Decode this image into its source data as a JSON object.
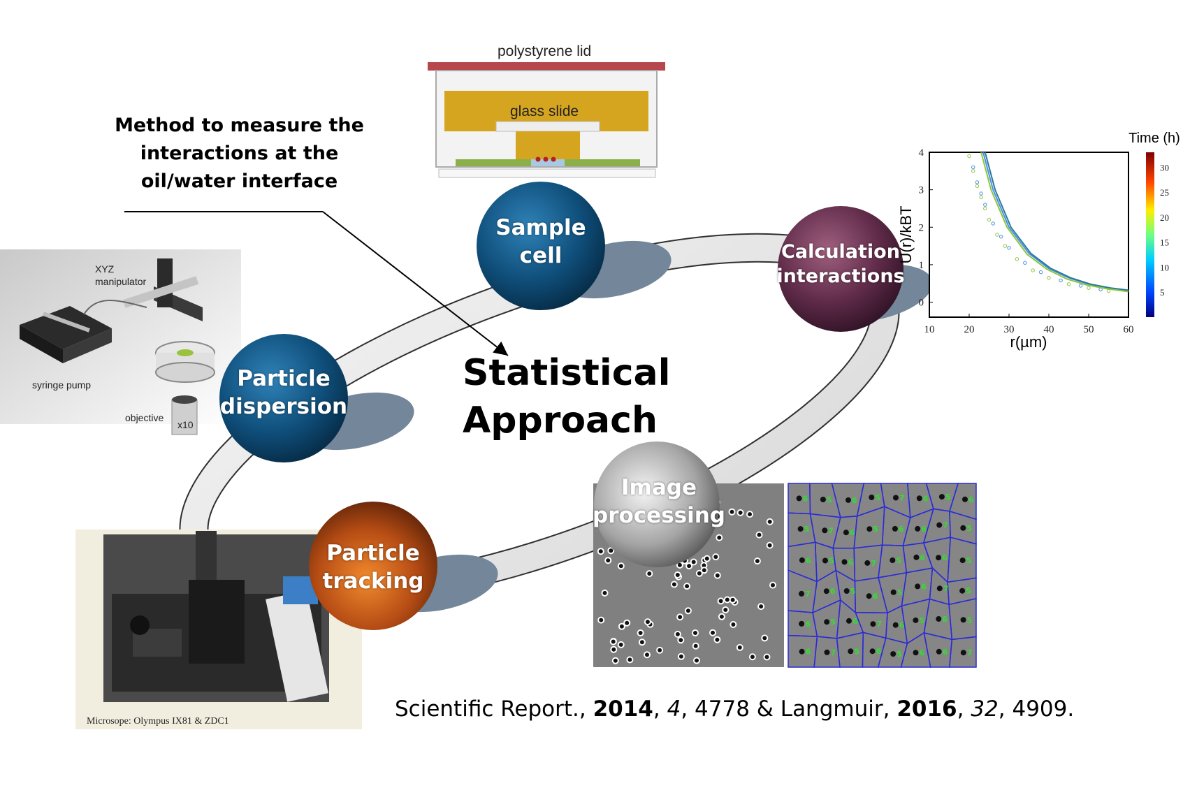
{
  "method_text": [
    "Method to measure the",
    "interactions at the",
    "oil/water interface"
  ],
  "center_title": [
    "Statistical",
    "Approach"
  ],
  "spheres": [
    {
      "id": "sample-cell",
      "lines": [
        "Sample",
        "cell"
      ]
    },
    {
      "id": "calculation-interactions",
      "lines": [
        "Calculation",
        "interactions"
      ]
    },
    {
      "id": "particle-dispersion",
      "lines": [
        "Particle",
        "dispersion"
      ]
    },
    {
      "id": "particle-tracking",
      "lines": [
        "Particle",
        "tracking"
      ]
    },
    {
      "id": "image-processing",
      "lines": [
        "Image",
        "processing"
      ]
    }
  ],
  "sample_cell_labels": {
    "lid": "polystyrene lid",
    "slide": "glass slide"
  },
  "dispersion_labels": {
    "manipulator": [
      "XYZ",
      "manipulator"
    ],
    "pump": "syringe pump",
    "objective": "objective",
    "magnification": "x10"
  },
  "microscope_caption": "Microsope: Olympus IX81 & ZDC1",
  "citation": {
    "part1": "Scientific Report., ",
    "year1": "2014",
    "sep1": ", ",
    "vol1": "4",
    "pages1": ", 4778 & Langmuir, ",
    "year2": "2016",
    "sep2": ", ",
    "vol2": "32",
    "pages2": ", 4909."
  },
  "voronoi_counts": [
    "6",
    "5",
    "6",
    "5",
    "7",
    "6",
    "5",
    "6",
    "5",
    "7",
    "6",
    "5",
    "6",
    "6",
    "7",
    "5",
    "6",
    "5",
    "6",
    "7",
    "5",
    "6",
    "6",
    "5",
    "7",
    "6",
    "5",
    "6",
    "5",
    "6",
    "7",
    "5",
    "6",
    "5",
    "6",
    "7",
    "6",
    "5",
    "6",
    "5",
    "6",
    "7",
    "5",
    "6",
    "5",
    "6",
    "6",
    "7"
  ],
  "chart_data": {
    "type": "line",
    "xlabel": "r(µm)",
    "ylabel": "U(r)/kBT",
    "xlim": [
      10,
      60
    ],
    "ylim": [
      -0.4,
      4
    ],
    "x_ticks": [
      "10",
      "20",
      "30",
      "40",
      "50",
      "60"
    ],
    "y_ticks": [
      "0",
      "1",
      "2",
      "3",
      "4"
    ],
    "colorbar": {
      "label": "Time (h)",
      "range": [
        0,
        33
      ],
      "ticks": [
        "5",
        "10",
        "15",
        "20",
        "25",
        "30"
      ]
    },
    "series": [
      {
        "color": "#4a90e2",
        "x": [
          23.5,
          26,
          30,
          35,
          40,
          45,
          50,
          55,
          60
        ],
        "y": [
          4.0,
          3.0,
          2.0,
          1.3,
          0.9,
          0.65,
          0.48,
          0.38,
          0.3
        ]
      },
      {
        "color": "#2a7a9a",
        "x": [
          24.0,
          26.5,
          30.5,
          35.5,
          40.5,
          45.5,
          50.5,
          55.5,
          60
        ],
        "y": [
          4.0,
          3.0,
          2.0,
          1.3,
          0.9,
          0.65,
          0.48,
          0.38,
          0.32
        ]
      },
      {
        "color": "#8cc63f",
        "x": [
          23.0,
          25.5,
          29.5,
          34.5,
          39.5,
          44.5,
          49.5,
          54.5,
          60
        ],
        "y": [
          4.0,
          3.0,
          2.0,
          1.28,
          0.88,
          0.62,
          0.46,
          0.36,
          0.28
        ]
      }
    ],
    "scatter": [
      {
        "color": "#8cc63f",
        "x": [
          20,
          21,
          22,
          23,
          24,
          25,
          27,
          29,
          32,
          36,
          40,
          45,
          50,
          55
        ],
        "y": [
          3.9,
          3.5,
          3.1,
          2.8,
          2.5,
          2.2,
          1.8,
          1.5,
          1.15,
          0.85,
          0.65,
          0.48,
          0.38,
          0.3
        ]
      },
      {
        "color": "#4a90e2",
        "x": [
          21,
          22,
          23,
          24,
          26,
          28,
          30,
          34,
          38,
          43,
          48,
          53
        ],
        "y": [
          3.6,
          3.2,
          2.9,
          2.6,
          2.1,
          1.75,
          1.45,
          1.05,
          0.8,
          0.58,
          0.44,
          0.34
        ]
      }
    ]
  }
}
